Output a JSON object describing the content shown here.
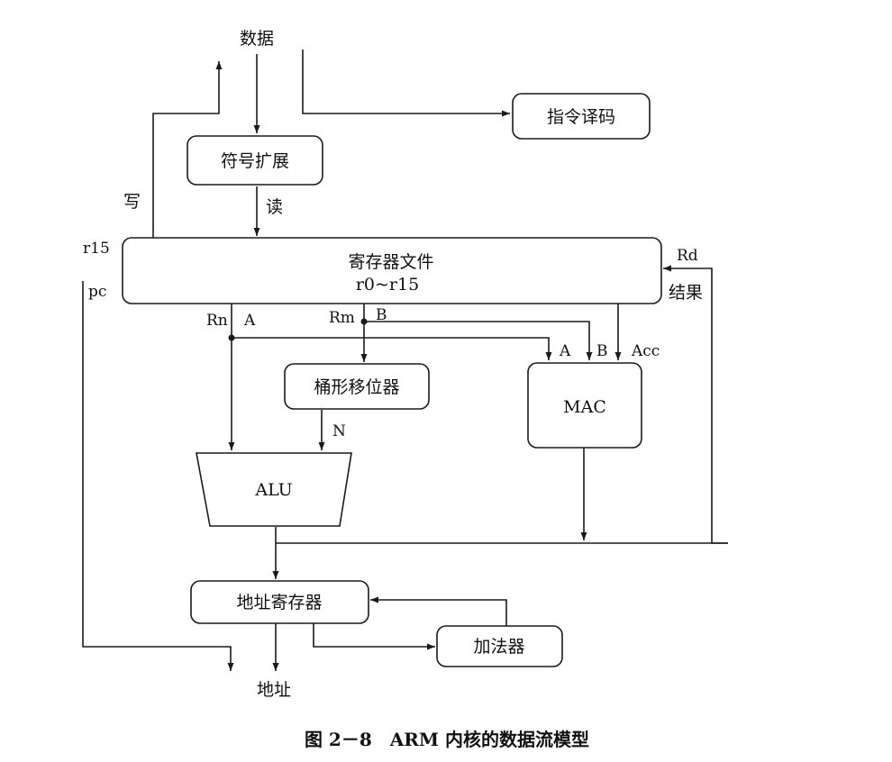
{
  "labels": {
    "data_input": "数据",
    "instruction_decode": "指令译码",
    "sign_extend": "符号扩展",
    "write": "写",
    "read": "读",
    "r15": "r15",
    "pc": "pc",
    "register_file_title": "寄存器文件",
    "register_file_range": "r0~r15",
    "rd": "Rd",
    "result": "结果",
    "rn": "Rn",
    "a_bus": "A",
    "rm": "Rm",
    "b_bus": "B",
    "mac_in_a": "A",
    "mac_in_b": "B",
    "acc": "Acc",
    "barrel_shifter": "桶形移位器",
    "mac": "MAC",
    "n_bus": "N",
    "alu": "ALU",
    "address_register": "地址寄存器",
    "incrementer": "加法器",
    "address_out": "地址"
  },
  "caption": "图 2－8　ARM 内核的数据流模型"
}
